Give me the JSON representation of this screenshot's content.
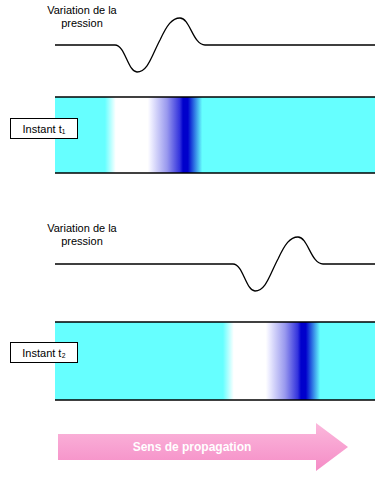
{
  "diagram": {
    "nodes": [
      {
        "text": [
          "Instant t₁"
        ]
      },
      {
        "text": [
          "Instant t₂"
        ]
      },
      {
        "text": [
          "Sens de propagation"
        ]
      }
    ],
    "labels": [
      "Variation de la pression",
      "Variation de la pression"
    ]
  }
}
